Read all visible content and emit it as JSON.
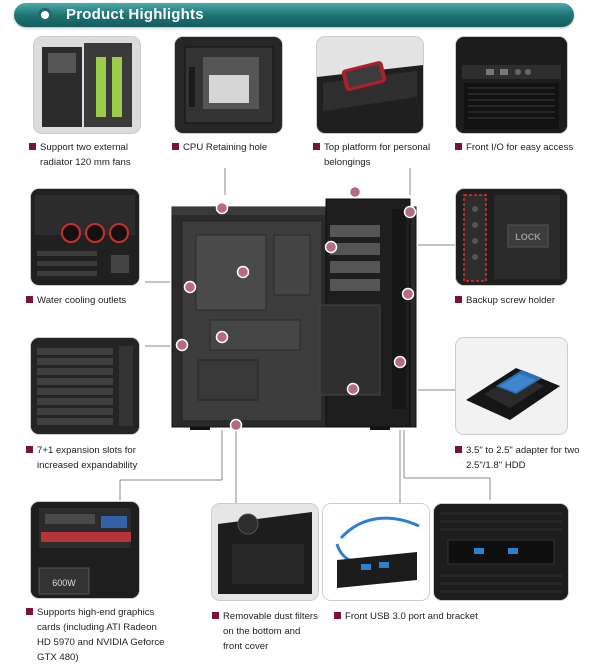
{
  "header": {
    "title": "Product Highlights"
  },
  "features": [
    {
      "lines": [
        "Support two external",
        "radiator 120 mm fans"
      ]
    },
    {
      "lines": [
        "CPU Retaining hole"
      ]
    },
    {
      "lines": [
        "Top platform for personal",
        "belongings"
      ]
    },
    {
      "lines": [
        "Front I/O for easy access"
      ]
    },
    {
      "lines": [
        "Water cooling outlets"
      ]
    },
    {
      "lines": [
        "Backup screw holder"
      ]
    },
    {
      "lines": [
        "7+1 expansion slots for",
        "increased expandability"
      ]
    },
    {
      "lines": [
        "3.5\" to 2.5\" adapter for two",
        "2.5\"/1.8\" HDD"
      ]
    },
    {
      "lines": [
        "Supports high-end graphics",
        "cards (including ATI Radeon",
        "HD 5970 and  NVIDIA Geforce",
        "GTX 480)"
      ]
    },
    {
      "lines": [
        "Removable dust filters",
        "on the bottom and",
        "front cover"
      ]
    },
    {
      "lines": [
        "Front USB 3.0 port and bracket"
      ]
    }
  ],
  "photo_labels": {
    "lock": "LOCK",
    "psu": "600W"
  },
  "colors": {
    "banner": "#1f7474",
    "bullet": "#7a1430",
    "callout_dot": "#b56b85"
  }
}
